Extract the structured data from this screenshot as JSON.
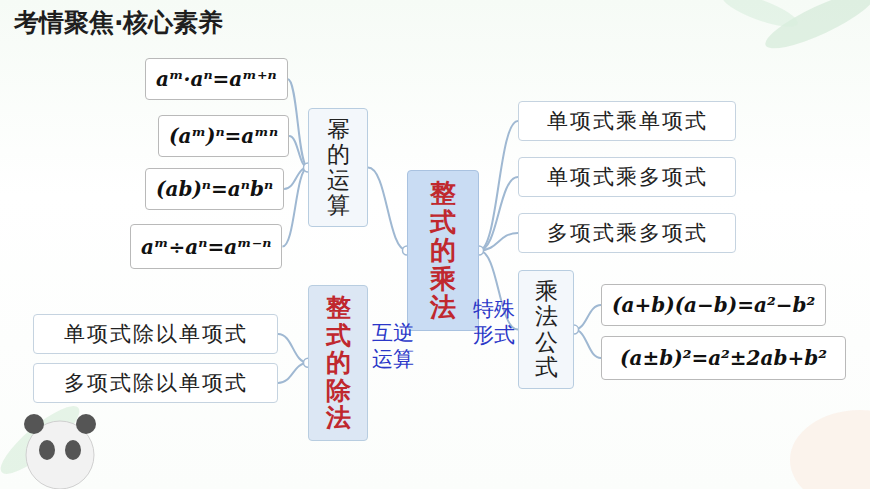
{
  "diagram": {
    "title": "考情聚焦·核心素养",
    "nodes": [
      {
        "text": [
          "幂的运算"
        ]
      },
      {
        "text": [
          "aᵐ·aⁿ=aᵐ⁺ⁿ"
        ]
      },
      {
        "text": [
          "(aᵐ)ⁿ=aᵐⁿ"
        ]
      },
      {
        "text": [
          "(ab)ⁿ=aⁿbⁿ"
        ]
      },
      {
        "text": [
          "aᵐ÷aⁿ=aᵐ⁻ⁿ"
        ]
      },
      {
        "text": [
          "整式的乘法"
        ]
      },
      {
        "text": [
          "单项式乘单项式"
        ]
      },
      {
        "text": [
          "单项式乘多项式"
        ]
      },
      {
        "text": [
          "多项式乘多项式"
        ]
      },
      {
        "text": [
          "乘法公式"
        ]
      },
      {
        "text": [
          "(a+b)(a−b)=a²−b²"
        ]
      },
      {
        "text": [
          "(a±b)²=a²±2ab+b²"
        ]
      },
      {
        "text": [
          "整式的除法"
        ]
      },
      {
        "text": [
          "单项式除以单项式"
        ]
      },
      {
        "text": [
          "多项式除以单项式"
        ]
      }
    ],
    "edges": [
      {
        "from": 5,
        "to": 0,
        "arrow": "none"
      },
      {
        "from": 0,
        "to": 1,
        "arrow": "none"
      },
      {
        "from": 0,
        "to": 2,
        "arrow": "none"
      },
      {
        "from": 0,
        "to": 3,
        "arrow": "none"
      },
      {
        "from": 0,
        "to": 4,
        "arrow": "none"
      },
      {
        "from": 5,
        "to": 6,
        "arrow": "none"
      },
      {
        "from": 5,
        "to": 7,
        "arrow": "none"
      },
      {
        "from": 5,
        "to": 8,
        "arrow": "none"
      },
      {
        "from": 5,
        "to": 9,
        "arrow": "none"
      },
      {
        "from": 9,
        "to": 10,
        "arrow": "none"
      },
      {
        "from": 9,
        "to": 11,
        "arrow": "none"
      },
      {
        "from": 12,
        "to": 13,
        "arrow": "none"
      },
      {
        "from": 12,
        "to": 14,
        "arrow": "none"
      }
    ],
    "labels": [
      "特殊形式",
      "互逆运算"
    ]
  }
}
